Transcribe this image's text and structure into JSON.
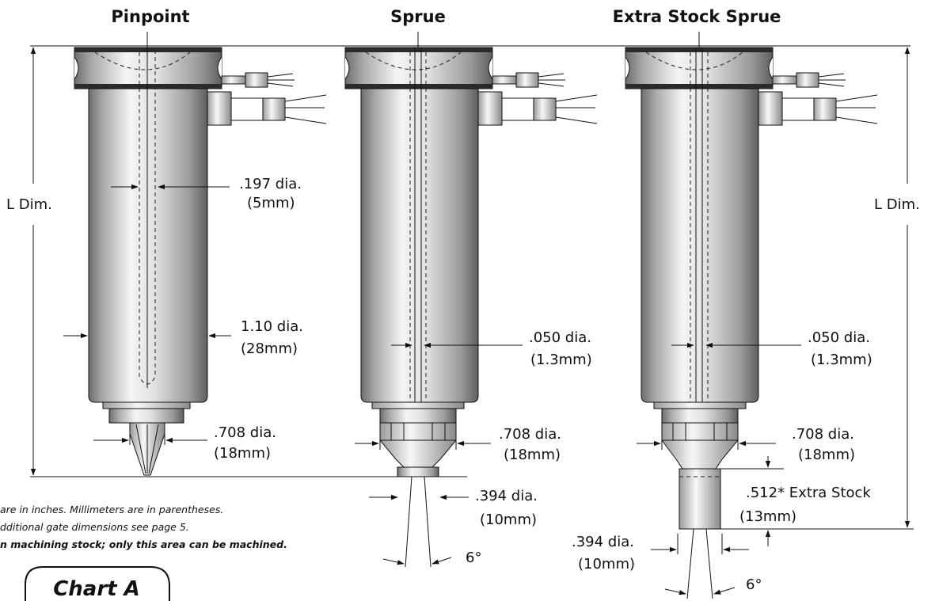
{
  "titles": {
    "pinpoint": "Pinpoint",
    "sprue": "Sprue",
    "extra_stock_sprue": "Extra Stock Sprue"
  },
  "dimensions": {
    "l_dim_left": "L Dim.",
    "l_dim_right": "L Dim.",
    "pin_bore_dia": ".197 dia.",
    "pin_bore_mm": "(5mm)",
    "pin_body_dia": "1.10 dia.",
    "pin_body_mm": "(28mm)",
    "pin_tip_dia": ".708 dia.",
    "pin_tip_mm": "(18mm)",
    "sprue_bore_dia": ".050 dia.",
    "sprue_bore_mm": "(1.3mm)",
    "sprue_tip_dia": ".708 dia.",
    "sprue_tip_mm": "(18mm)",
    "sprue_gate_dia": ".394 dia.",
    "sprue_gate_mm": "(10mm)",
    "sprue_angle": "6°",
    "es_bore_dia": ".050 dia.",
    "es_bore_mm": "(1.3mm)",
    "es_tip_dia": ".708 dia.",
    "es_tip_mm": "(18mm)",
    "es_stock_len": ".512* Extra Stock",
    "es_stock_mm": "(13mm)",
    "es_gate_dia": ".394 dia.",
    "es_gate_mm": "(10mm)",
    "es_angle": "6°"
  },
  "notes": {
    "line1": "are in inches. Millimeters are in parentheses.",
    "line2": "dditional gate dimensions see page 5.",
    "line3": "n machining stock; only this area can be machined."
  },
  "chart_tab": {
    "label": "Chart A"
  },
  "colors": {
    "body_light": "#f2f2f2",
    "body_dark": "#7a7a7a",
    "line": "#111111"
  }
}
